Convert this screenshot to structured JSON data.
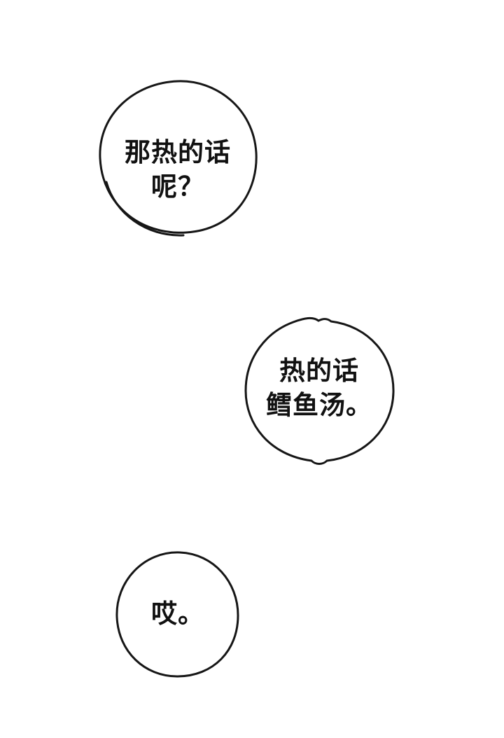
{
  "page": {
    "background_color": "#ffffff",
    "outline_color": "#161616",
    "text_color": "#111111",
    "bubbles": [
      {
        "id": "speech-bubble-top-left",
        "lines": {
          "0": "那热的话",
          "1": "呢？"
        }
      },
      {
        "id": "speech-bubble-middle-right",
        "lines": {
          "0": "热的话",
          "1": "鳕鱼汤。"
        }
      },
      {
        "id": "speech-bubble-bottom-left",
        "lines": {
          "0": "哎。"
        }
      }
    ]
  }
}
